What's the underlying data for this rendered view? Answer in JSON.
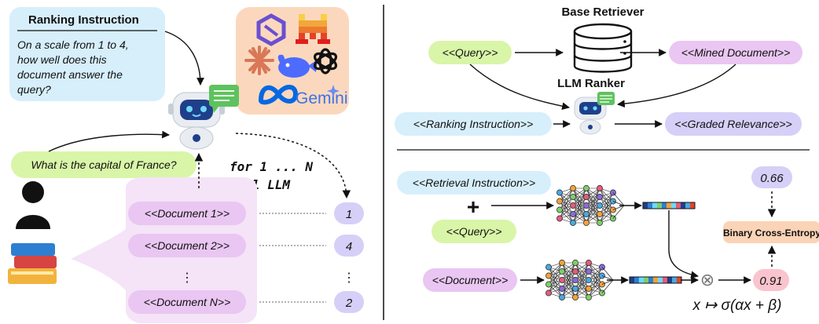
{
  "left": {
    "instruction": {
      "title": "Ranking Instruction",
      "lines": [
        "On a scale from 1 to 4,",
        "how well does this",
        "document answer the",
        "query?"
      ]
    },
    "query": "What is the capital of France?",
    "loop_lines": [
      "for 1 ... N",
      "call LLM"
    ],
    "documents": [
      "<<Document 1>>",
      "<<Document 2>>",
      "<<Document N>>"
    ],
    "scores": [
      "1",
      "4",
      "2"
    ],
    "ellipsis": "⋮",
    "llm_logos": {
      "icons": [
        "qwen-logo-icon",
        "mistral-logo-icon",
        "claude-logo-icon",
        "deepseek-logo-icon",
        "openai-logo-icon",
        "meta-logo-icon"
      ],
      "gemini_label": "Gemini"
    }
  },
  "right_top": {
    "base_retriever": "Base Retriever",
    "llm_ranker": "LLM Ranker",
    "query": "<<Query>>",
    "mined_document": "<<Mined Document>>",
    "ranking_instruction": "<<Ranking Instruction>>",
    "graded_relevance": "<<Graded Relevance>>"
  },
  "right_bottom": {
    "retrieval_instruction": "<<Retrieval Instruction>>",
    "plus": "+",
    "query": "<<Query>>",
    "document": "<<Document>>",
    "target_score": "0.66",
    "loss": "Binary Cross-Entropy",
    "predicted_score": "0.91",
    "multiply": "⊗",
    "formula": "x ↦ σ(αx + β)"
  },
  "colors": {
    "instruction_blue": "#d7effb",
    "query_green": "#d9f5a8",
    "document_purple": "#eac6f2",
    "relevance_purple": "#d6cff7",
    "llm_panel": "#fbd8bd",
    "loss_orange": "#fbd3b6",
    "predicted_pink": "#f9c4ce",
    "robot_blue": "#1f3f8a",
    "speech_green": "#5ec25e"
  }
}
